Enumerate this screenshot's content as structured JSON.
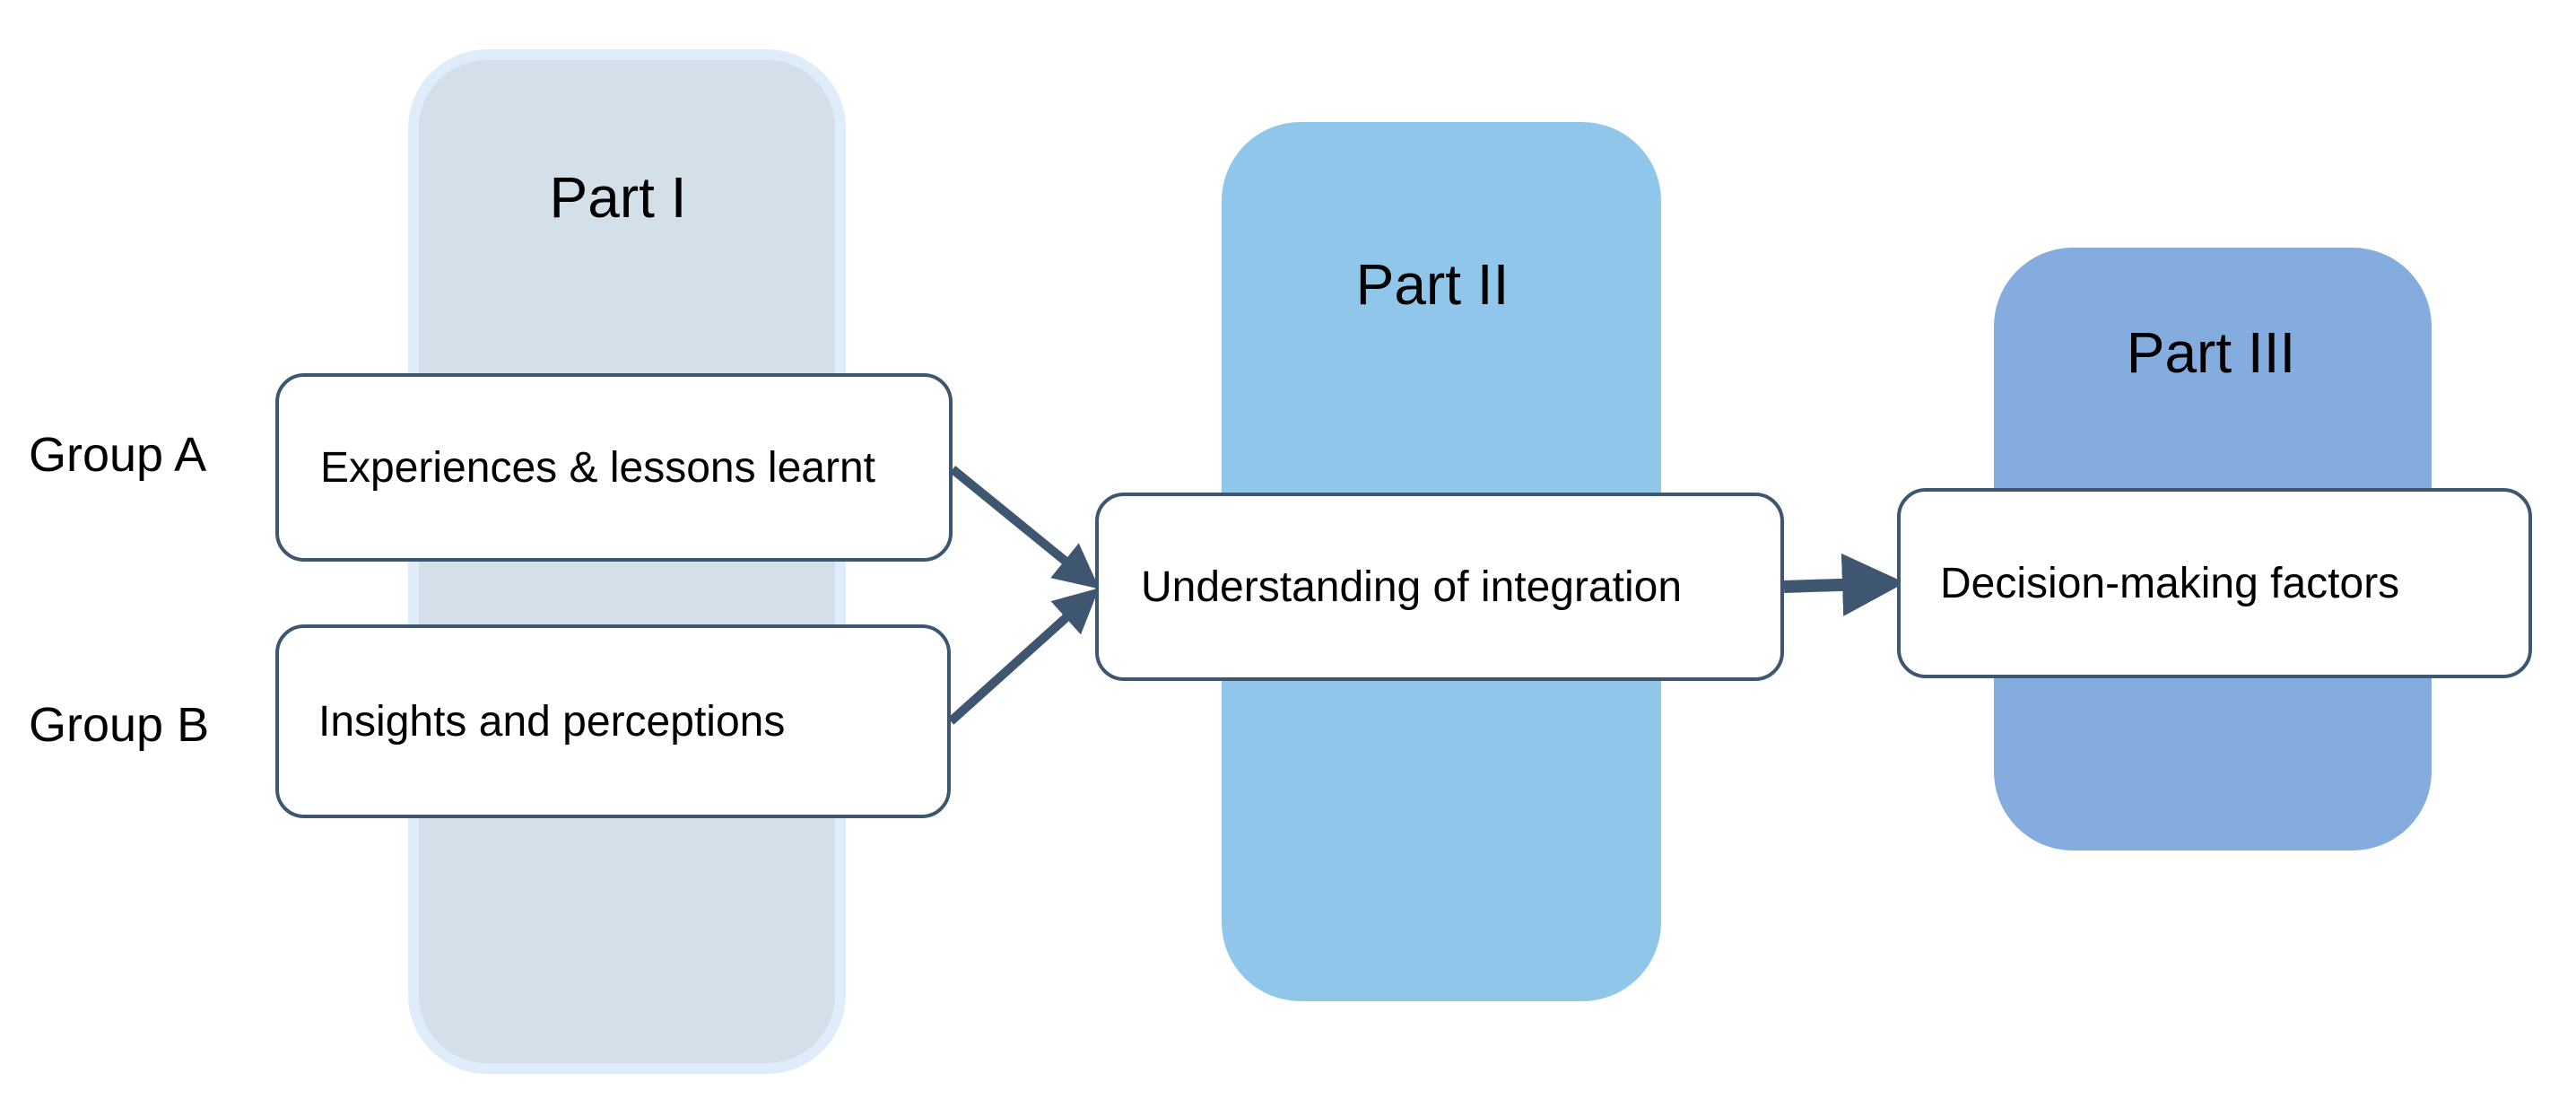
{
  "parts": [
    {
      "title": "Part I",
      "color": "#d3dfe9"
    },
    {
      "title": "Part II",
      "color": "#8fc6ea"
    },
    {
      "title": "Part III",
      "color": "#84acdf"
    }
  ],
  "groups": {
    "a": "Group A",
    "b": "Group B"
  },
  "steps": {
    "experiences": "Experiences & lessons learnt",
    "insights": "Insights and perceptions",
    "understanding": "Understanding of integration",
    "decision": "Decision-making factors"
  },
  "colors": {
    "arrow": "#3f5670",
    "box_border": "#3f5670"
  }
}
